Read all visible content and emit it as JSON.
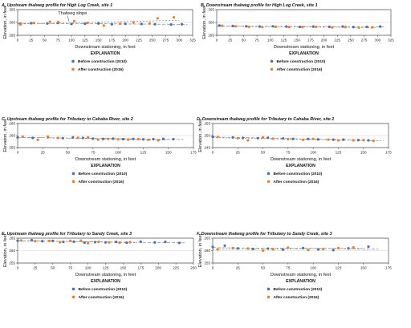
{
  "figure": {
    "legend_title": "EXPLANATION",
    "ylabel": "Elevation, in feet",
    "xlabel": "Downstream stationing, in feet",
    "before_color": "#4a6fb5",
    "after_color": "#f07f2a",
    "trend_color": "#777777"
  },
  "chart_data": [
    {
      "type": "scatter",
      "title": "A. Upstream thalweg profile for High Log Creek, site 1",
      "xlabel": "Downstream stationing, in feet",
      "ylabel": "Elevation, in feet",
      "xlim": [
        0,
        325
      ],
      "xticks": [
        0,
        25,
        50,
        75,
        100,
        125,
        150,
        175,
        200,
        225,
        250,
        275,
        300,
        325
      ],
      "ylim": [
        295,
        305
      ],
      "yticks": [
        295,
        300,
        305
      ],
      "annotation": "Thalweg slope",
      "series": [
        {
          "name": "Before construction (2010)",
          "x": [
            5,
            25,
            55,
            75,
            100,
            125,
            150,
            175,
            200,
            230,
            255,
            285,
            305
          ],
          "y": [
            299.5,
            299.7,
            299.6,
            299.8,
            299.4,
            299.5,
            299.6,
            299.3,
            299.5,
            299.4,
            299.3,
            299.2,
            299.3
          ]
        },
        {
          "name": "After construction (2016)",
          "x": [
            5,
            30,
            60,
            75,
            105,
            130,
            160,
            190,
            215,
            245,
            260,
            290
          ],
          "y": [
            299.2,
            299.8,
            300.3,
            300.2,
            300.5,
            299.8,
            298.8,
            299.5,
            300.0,
            299.6,
            301.6,
            302.0
          ]
        }
      ],
      "legend": [
        "Before construction (2010)",
        "After construction (2016)"
      ]
    },
    {
      "type": "scatter",
      "title": "B. Downstream thalweg profile for High Log Creek, site 1",
      "xlabel": "Downstream stationing, in feet",
      "ylabel": "Elevation, in feet",
      "xlim": [
        0,
        325
      ],
      "xticks": [
        0,
        25,
        50,
        75,
        100,
        125,
        150,
        175,
        200,
        225,
        250,
        275,
        300,
        325
      ],
      "ylim": [
        295,
        305
      ],
      "yticks": [
        295,
        300,
        305
      ],
      "series": [
        {
          "name": "Before construction (2010)",
          "x": [
            5,
            30,
            55,
            80,
            105,
            130,
            155,
            180,
            210,
            235,
            255,
            280,
            305
          ],
          "y": [
            298.8,
            298.6,
            298.5,
            298.4,
            298.5,
            298.4,
            298.3,
            298.4,
            298.3,
            298.4,
            298.2,
            298.3,
            298.4
          ]
        },
        {
          "name": "After construction (2016)",
          "x": [
            10,
            35,
            60,
            85,
            110,
            135,
            160,
            185,
            215,
            240,
            265,
            290
          ],
          "y": [
            298.7,
            298.5,
            298.3,
            298.2,
            298.3,
            298.2,
            298.2,
            298.3,
            298.1,
            298.2,
            298.0,
            298.1
          ]
        }
      ],
      "legend": [
        "Before construction (2010)",
        "After construction (2016)"
      ]
    },
    {
      "type": "scatter",
      "title": "C. Upstream thalweg profile for Tributary to Cahaba River, site 2",
      "xlabel": "Downstream stationing, in feet",
      "ylabel": "Elevation, in feet",
      "xlim": [
        0,
        175
      ],
      "xticks": [
        0,
        25,
        50,
        75,
        100,
        125,
        150,
        175
      ],
      "ylim": [
        255,
        265
      ],
      "yticks": [
        255,
        260,
        265
      ],
      "series": [
        {
          "name": "Before construction (2010)",
          "x": [
            0,
            15,
            30,
            45,
            55,
            65,
            75,
            85,
            95,
            105,
            115,
            125,
            135,
            145,
            155
          ],
          "y": [
            259.2,
            259.0,
            259.3,
            258.9,
            259.2,
            259.0,
            258.7,
            258.6,
            258.7,
            258.5,
            258.6,
            258.4,
            258.5,
            258.6,
            258.5
          ]
        },
        {
          "name": "After construction (2016)",
          "x": [
            5,
            20,
            30,
            40,
            60,
            70,
            80,
            90,
            100,
            110,
            120,
            130,
            140
          ],
          "y": [
            259.5,
            258.2,
            259.5,
            259.0,
            259.1,
            259.2,
            258.3,
            258.6,
            258.4,
            258.3,
            258.5,
            258.2,
            258.0
          ]
        }
      ],
      "legend": [
        "Before construction (2010)",
        "After construction (2016)"
      ]
    },
    {
      "type": "scatter",
      "title": "D. Downstream thalweg profile for Tributary to Cahaba River, site 2",
      "xlabel": "Downstream stationing, in feet",
      "ylabel": "Elevation, in feet",
      "xlim": [
        0,
        175
      ],
      "xticks": [
        0,
        25,
        50,
        75,
        100,
        125,
        150,
        175
      ],
      "ylim": [
        245,
        255
      ],
      "yticks": [
        245,
        250,
        255
      ],
      "series": [
        {
          "name": "Before construction (2010)",
          "x": [
            0,
            20,
            30,
            45,
            55,
            70,
            80,
            95,
            105,
            120,
            130,
            145,
            155
          ],
          "y": [
            249.5,
            249.2,
            249.0,
            248.9,
            249.1,
            248.8,
            248.6,
            248.6,
            248.4,
            248.3,
            248.3,
            248.1,
            248.0
          ]
        },
        {
          "name": "After construction (2016)",
          "x": [
            5,
            25,
            35,
            50,
            60,
            75,
            90,
            100,
            115,
            125,
            140,
            150,
            160
          ],
          "y": [
            249.4,
            248.9,
            248.0,
            249.2,
            248.7,
            248.5,
            248.2,
            248.6,
            248.3,
            248.0,
            248.0,
            248.1,
            247.8
          ]
        }
      ],
      "legend": [
        "Before construction (2010)",
        "After construction (2016)"
      ]
    },
    {
      "type": "scatter",
      "title": "E. Upstream thalweg profile for Tributary to Sandy Creek, site 3",
      "xlabel": "Downstream stationing, in feet",
      "ylabel": "Elevation, in feet",
      "xlim": [
        0,
        250
      ],
      "xticks": [
        0,
        25,
        50,
        75,
        100,
        125,
        150,
        175,
        200,
        225,
        250
      ],
      "ylim": [
        255,
        265
      ],
      "yticks": [
        255,
        260,
        265
      ],
      "series": [
        {
          "name": "Before construction (2010)",
          "x": [
            0,
            20,
            35,
            50,
            65,
            80,
            95,
            110,
            125,
            140,
            155,
            175,
            195,
            210,
            230
          ],
          "y": [
            264.0,
            264.2,
            263.8,
            263.9,
            263.5,
            263.6,
            263.2,
            263.4,
            263.3,
            263.5,
            263.2,
            263.6,
            263.3,
            263.5,
            263.1
          ]
        },
        {
          "name": "After construction (2016)",
          "x": [
            5,
            25,
            45,
            60,
            75,
            90,
            100,
            115,
            130,
            145,
            160
          ],
          "y": [
            264.1,
            263.8,
            263.9,
            263.4,
            263.9,
            264.0,
            263.0,
            263.5,
            263.3,
            263.2,
            263.4
          ]
        }
      ],
      "legend": [
        "Before construction (2010)",
        "After construction (2016)"
      ]
    },
    {
      "type": "scatter",
      "title": "F. Downstream thalweg profile for Tributary to Sandy Creek, site 3",
      "xlabel": "Downstream stationing, in feet",
      "ylabel": "Elevation, in feet",
      "xlim": [
        0,
        175
      ],
      "xticks": [
        0,
        25,
        50,
        75,
        100,
        125,
        150,
        175
      ],
      "ylim": [
        255,
        265
      ],
      "yticks": [
        255,
        260,
        265
      ],
      "series": [
        {
          "name": "Before construction (2010)",
          "x": [
            0,
            12,
            25,
            40,
            55,
            70,
            90,
            105,
            120,
            135,
            155
          ],
          "y": [
            261.5,
            262.0,
            260.9,
            260.6,
            260.8,
            260.4,
            261.0,
            260.5,
            260.2,
            260.9,
            261.6
          ]
        },
        {
          "name": "After construction (2016)",
          "x": [
            5,
            20,
            35,
            50,
            60,
            75,
            95,
            110,
            125,
            140
          ],
          "y": [
            260.5,
            261.0,
            260.8,
            260.0,
            260.5,
            261.2,
            260.3,
            260.6,
            261.0,
            261.3
          ]
        }
      ],
      "legend": [
        "Before construction (2010)",
        "After construction (2016)"
      ]
    }
  ]
}
